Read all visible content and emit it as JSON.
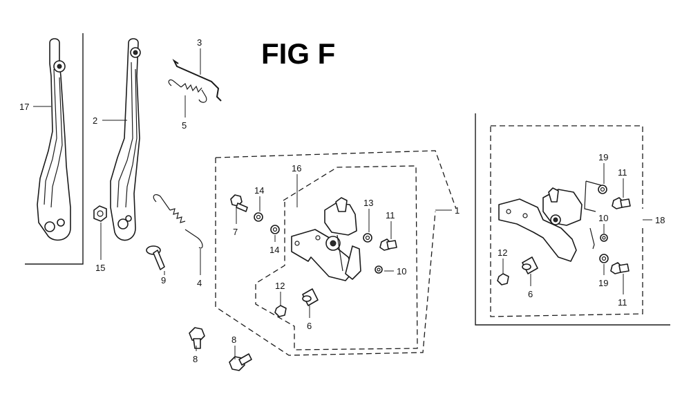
{
  "figure": {
    "title": "FIG F"
  },
  "callouts": [
    {
      "id": "c17",
      "text": "17"
    },
    {
      "id": "c2",
      "text": "2"
    },
    {
      "id": "c3",
      "text": "3"
    },
    {
      "id": "c5",
      "text": "5"
    },
    {
      "id": "c15",
      "text": "15"
    },
    {
      "id": "c9",
      "text": "9"
    },
    {
      "id": "c4",
      "text": "4"
    },
    {
      "id": "c8a",
      "text": "8"
    },
    {
      "id": "c8b",
      "text": "8"
    },
    {
      "id": "c16",
      "text": "16"
    },
    {
      "id": "c14a",
      "text": "14"
    },
    {
      "id": "c7",
      "text": "7"
    },
    {
      "id": "c14b",
      "text": "14"
    },
    {
      "id": "c13",
      "text": "13"
    },
    {
      "id": "c11a",
      "text": "11"
    },
    {
      "id": "c1",
      "text": "1"
    },
    {
      "id": "c10a",
      "text": "10"
    },
    {
      "id": "c12a",
      "text": "12"
    },
    {
      "id": "c6a",
      "text": "6"
    },
    {
      "id": "c19a",
      "text": "19"
    },
    {
      "id": "c11b",
      "text": "11"
    },
    {
      "id": "c10b",
      "text": "10"
    },
    {
      "id": "c18",
      "text": "18"
    },
    {
      "id": "c12b",
      "text": "12"
    },
    {
      "id": "c6b",
      "text": "6"
    },
    {
      "id": "c19b",
      "text": "19"
    },
    {
      "id": "c11c",
      "text": "11"
    }
  ]
}
